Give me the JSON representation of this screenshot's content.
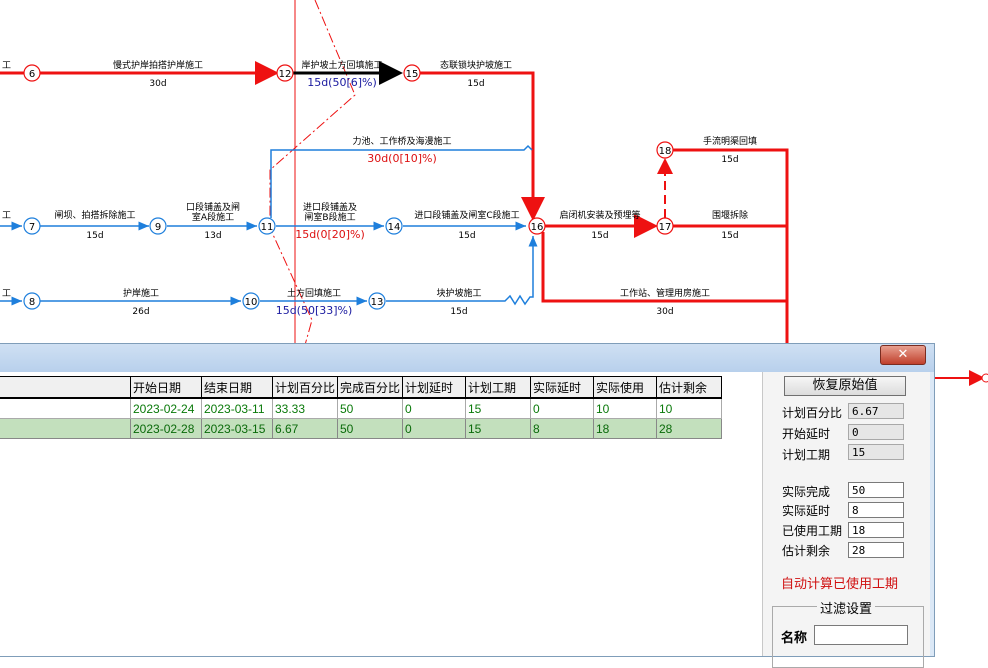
{
  "network": {
    "nodes": [
      "6",
      "12",
      "15",
      "18",
      "7",
      "9",
      "11",
      "14",
      "16",
      "17",
      "8",
      "10",
      "13"
    ],
    "arrows": [
      {
        "name": "慢式护岸拍搭护岸施工",
        "dur": "30d"
      },
      {
        "name": "岸护坡土方回填施工",
        "dur": "15d(50[6]%)"
      },
      {
        "name": "态联锁块护坡施工",
        "dur": "15d"
      },
      {
        "name": "力池、工作桥及海漫施工",
        "dur": "30d(0[10]%)"
      },
      {
        "name": "手流明渠回填",
        "dur": "15d"
      },
      {
        "name": "闸坝、拍搭拆除施工",
        "dur": "15d"
      },
      {
        "name": "口段铺盖及闸",
        "name2": "室A段施工",
        "dur": "13d"
      },
      {
        "name": "进口段铺盖及",
        "name2": "闸室B段施工",
        "dur": "15d(0[20]%)"
      },
      {
        "name": "进口段铺盖及闸室C段施工",
        "dur": "15d"
      },
      {
        "name": "启闭机安装及预埋等",
        "dur": "15d"
      },
      {
        "name": "围堰拆除",
        "dur": "15d"
      },
      {
        "name": "护岸施工",
        "dur": "26d"
      },
      {
        "name": "土方回填施工",
        "dur": "15d(50[33]%)"
      },
      {
        "name": "块护坡施工",
        "dur": "15d"
      },
      {
        "name": "工作站、管理用房施工",
        "dur": "30d"
      }
    ],
    "edge_labels": [
      "工",
      "工",
      "工"
    ]
  },
  "dialog": {
    "close_glyph": "✕",
    "grid": {
      "columns": [
        "开始日期",
        "结束日期",
        "计划百分比",
        "完成百分比",
        "计划延时",
        "计划工期",
        "实际延时",
        "实际使用",
        "估计剩余"
      ],
      "rows": [
        [
          "2023-02-24",
          "2023-03-11",
          "33.33",
          "50",
          "0",
          "15",
          "0",
          "10",
          "10"
        ],
        [
          "2023-02-28",
          "2023-03-15",
          "6.67",
          "50",
          "0",
          "15",
          "8",
          "18",
          "28"
        ]
      ]
    },
    "panel": {
      "restore_label": "恢复原始值",
      "plan_percent_label": "计划百分比",
      "plan_percent_value": "6.67",
      "start_delay_label": "开始延时",
      "start_delay_value": "0",
      "plan_duration_label": "计划工期",
      "plan_duration_value": "15",
      "actual_complete_label": "实际完成",
      "actual_complete_value": "50",
      "actual_delay_label": "实际延时",
      "actual_delay_value": "8",
      "used_duration_label": "已使用工期",
      "used_duration_value": "18",
      "remaining_label": "估计剩余",
      "remaining_value": "28",
      "auto_calc_label": "自动计算已使用工期",
      "filter_title": "过滤设置",
      "filter_name_label": "名称",
      "filter_name_value": ""
    }
  },
  "colors": {
    "critical": "#ee1111",
    "normal": "#1e7fdc",
    "progress_text": "#1a1aa0",
    "delay_text": "#dd1111"
  }
}
